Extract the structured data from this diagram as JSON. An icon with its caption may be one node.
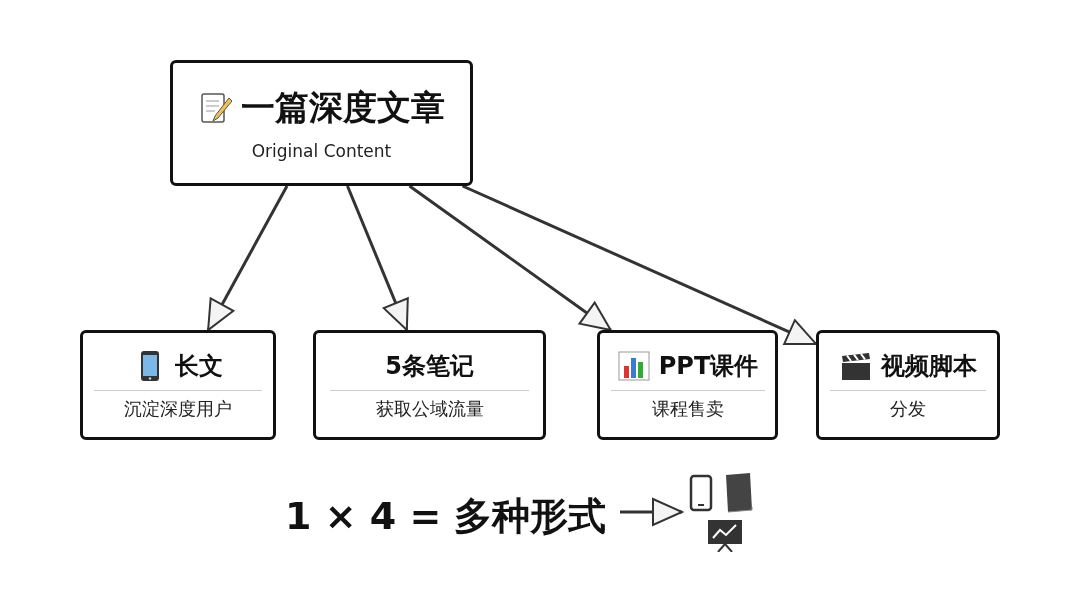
{
  "diagram": {
    "nodes": [
      {
        "text": [
          "一篇深度文章",
          "Original Content"
        ]
      },
      {
        "text": [
          "长文",
          "沉淀深度用户"
        ]
      },
      {
        "text": [
          "5条笔记",
          "获取公域流量"
        ]
      },
      {
        "text": [
          "PPT课件",
          "课程售卖"
        ]
      },
      {
        "text": [
          "视频脚本",
          "分发"
        ]
      },
      {
        "text": [
          "1 × 4 = 多种形式"
        ]
      },
      {
        "text": [],
        "shape": "picture"
      }
    ],
    "edges": [
      {
        "from": 0,
        "to": 1,
        "arrow": "to"
      },
      {
        "from": 0,
        "to": 2,
        "arrow": "to"
      },
      {
        "from": 0,
        "to": 3,
        "arrow": "to"
      },
      {
        "from": 0,
        "to": 4,
        "arrow": "to"
      },
      {
        "from": 5,
        "to": 6,
        "arrow": "to"
      }
    ]
  }
}
